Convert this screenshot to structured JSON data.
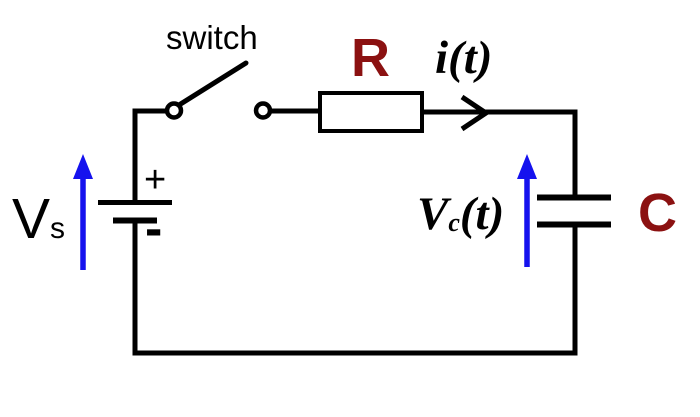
{
  "diagram": {
    "labels": {
      "switch": "switch",
      "resistor": "R",
      "current": "i(t)",
      "source_voltage_v": "V",
      "source_voltage_sub": "s",
      "cap_voltage_v": "V",
      "cap_voltage_sub": "c",
      "cap_voltage_t": "(t)",
      "capacitor": "C",
      "battery_positive": "+",
      "battery_negative": "-"
    }
  },
  "colors": {
    "wire": "#000000",
    "component_label": "#8b1111",
    "arrow": "#1512ee",
    "text": "#000000",
    "background": "#ffffff"
  }
}
